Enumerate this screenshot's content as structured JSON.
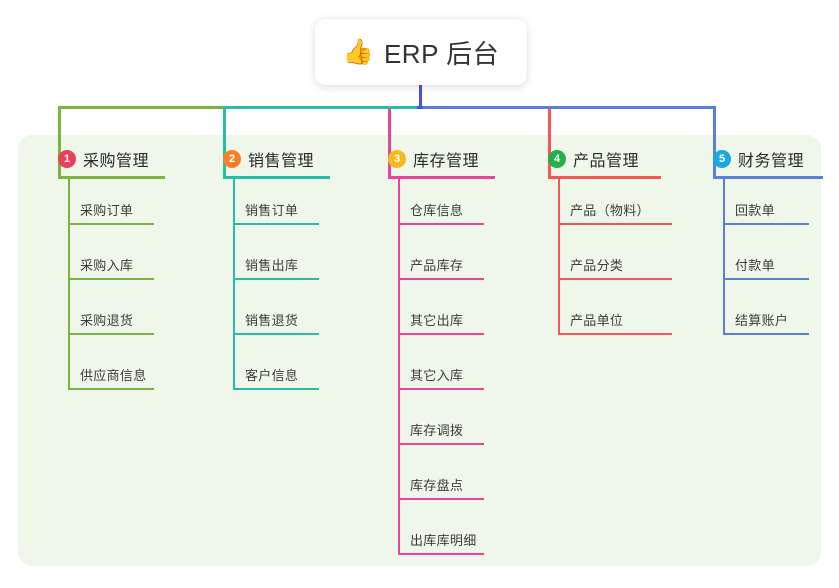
{
  "root": {
    "icon": "thumbs-up-icon",
    "icon_glyph": "👍",
    "title": "ERP 后台",
    "connector_color": "#4456cf"
  },
  "panel": {
    "background": "#eef7e9"
  },
  "columns": [
    {
      "index": "1",
      "badge": "1",
      "badge_color": "#e8415c",
      "branch_color": "#7cb342",
      "title": "采购管理",
      "items": [
        {
          "label": "采购订单"
        },
        {
          "label": "采购入库"
        },
        {
          "label": "采购退货"
        },
        {
          "label": "供应商信息"
        }
      ]
    },
    {
      "index": "2",
      "badge": "2",
      "badge_color": "#f4812a",
      "branch_color": "#26bfa5",
      "title": "销售管理",
      "items": [
        {
          "label": "销售订单"
        },
        {
          "label": "销售出库"
        },
        {
          "label": "销售退货"
        },
        {
          "label": "客户信息"
        }
      ]
    },
    {
      "index": "3",
      "badge": "3",
      "badge_color": "#f5bb1c",
      "branch_color": "#e8459b",
      "title": "库存管理",
      "items": [
        {
          "label": "仓库信息"
        },
        {
          "label": "产品库存"
        },
        {
          "label": "其它出库"
        },
        {
          "label": "其它入库"
        },
        {
          "label": "库存调拨"
        },
        {
          "label": "库存盘点"
        },
        {
          "label": "出库库明细"
        }
      ]
    },
    {
      "index": "4",
      "badge": "4",
      "badge_color": "#23b14d",
      "branch_color": "#f4565a",
      "title": "产品管理",
      "items": [
        {
          "label": "产品（物料）"
        },
        {
          "label": "产品分类"
        },
        {
          "label": "产品单位"
        }
      ]
    },
    {
      "index": "5",
      "badge": "5",
      "badge_color": "#1aa9e0",
      "branch_color": "#5a7fd4",
      "title": "财务管理",
      "items": [
        {
          "label": "回款单"
        },
        {
          "label": "付款单"
        },
        {
          "label": "结算账户"
        }
      ]
    }
  ]
}
